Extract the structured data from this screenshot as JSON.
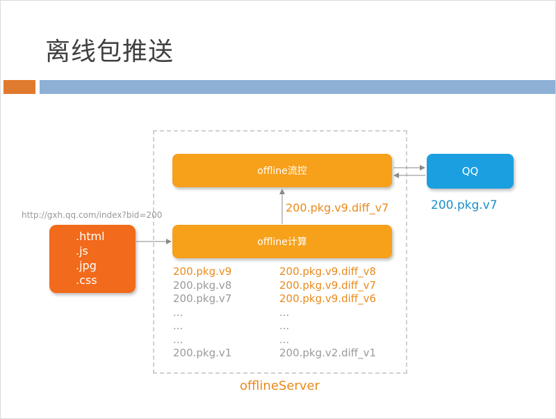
{
  "slide": {
    "title": "离线包推送"
  },
  "diagram": {
    "server_label": "offlineServer",
    "flow_control": "offline流控",
    "compute": "offline计算",
    "qq": "QQ",
    "qq_version": "200.pkg.v7",
    "diff_label": "200.pkg.v9.diff_v7",
    "request_url": "http://gxh.qq.com/index?bid=200",
    "files": [
      ".html",
      ".js",
      ".jpg",
      ".css"
    ],
    "packages": [
      {
        "text": "200.pkg.v9",
        "highlight": true
      },
      {
        "text": "200.pkg.v8",
        "highlight": false
      },
      {
        "text": "200.pkg.v7",
        "highlight": false
      },
      {
        "text": "...",
        "highlight": false
      },
      {
        "text": "...",
        "highlight": false
      },
      {
        "text": "...",
        "highlight": false
      },
      {
        "text": "200.pkg.v1",
        "highlight": false
      }
    ],
    "diffs": [
      {
        "text": "200.pkg.v9.diff_v8",
        "highlight": true
      },
      {
        "text": "200.pkg.v9.diff_v7",
        "highlight": true
      },
      {
        "text": "200.pkg.v9.diff_v6",
        "highlight": true
      },
      {
        "text": "...",
        "highlight": false
      },
      {
        "text": "...",
        "highlight": false
      },
      {
        "text": "...",
        "highlight": false
      },
      {
        "text": "200.pkg.v2.diff_v1",
        "highlight": false
      }
    ]
  },
  "colors": {
    "orange_box": "#f7a01a",
    "file_box": "#f26a1b",
    "qq_box": "#1b9fe0",
    "highlight_text": "#ea8a1b",
    "muted_text": "#9a9a9a"
  }
}
